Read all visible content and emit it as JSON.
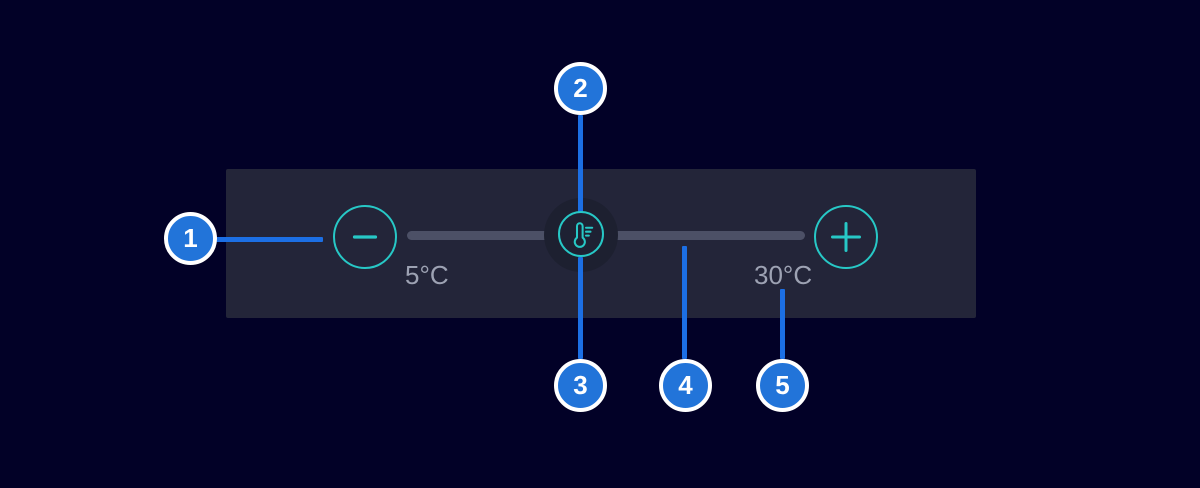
{
  "colors": {
    "background": "#020127",
    "panel": "#232539",
    "track": "#4C5066",
    "accent_teal": "#27C8C6",
    "badge_blue": "#2274D9",
    "connector_blue": "#1C6FE4",
    "label_gray": "#9DA2B3",
    "badge_ring_white": "#FFFFFF"
  },
  "slider": {
    "min_label": "5°C",
    "max_label": "30°C",
    "icons": {
      "decrease": "minus-icon",
      "increase": "plus-icon",
      "handle": "thermometer-icon"
    }
  },
  "annotations": {
    "badges": [
      {
        "number": "1",
        "points_to": "decrease-temperature-button"
      },
      {
        "number": "2",
        "points_to": "slider-handle"
      },
      {
        "number": "3",
        "points_to": "slider-handle"
      },
      {
        "number": "4",
        "points_to": "slider-track"
      },
      {
        "number": "5",
        "points_to": "max-temp-label"
      }
    ]
  }
}
